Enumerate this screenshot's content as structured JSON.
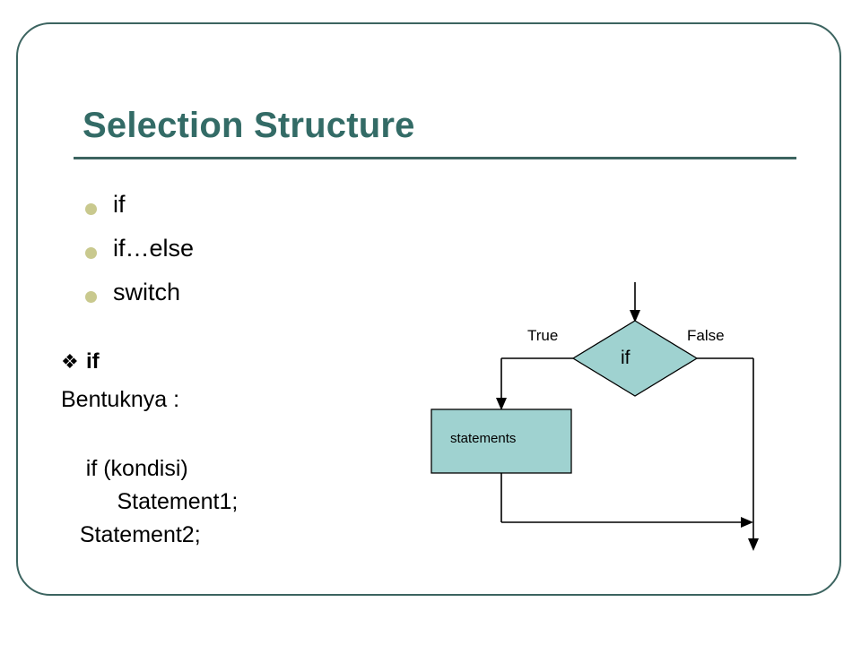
{
  "slide": {
    "title": "Selection Structure",
    "frame_color": "#3C6460",
    "title_color": "#336B66",
    "bullet_color": "#C9C98E",
    "shape_fill": "#9FD2D0",
    "shape_stroke": "#000000",
    "background": "#FFFFFF"
  },
  "bullets": [
    {
      "label": "if"
    },
    {
      "label": "if…else"
    },
    {
      "label": "switch"
    }
  ],
  "section": {
    "bullet_glyph": "❖",
    "heading": "if",
    "subheading": "Bentuknya :",
    "code": "    if (kondisi)\n         Statement1;\n   Statement2;"
  },
  "flowchart": {
    "decision_label": "if",
    "true_label": "True",
    "false_label": "False",
    "process_label": "statements"
  }
}
